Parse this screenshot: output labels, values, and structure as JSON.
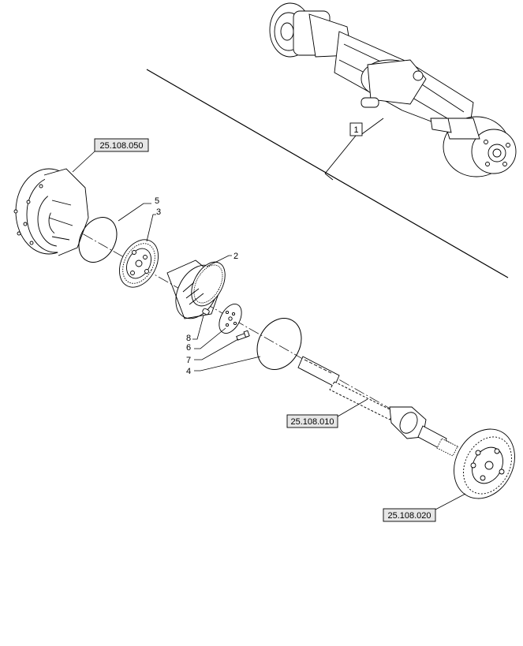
{
  "references": {
    "housing": "25.108.050",
    "shaft": "25.108.010",
    "hub": "25.108.020"
  },
  "callouts": {
    "axle": "1",
    "ring_gear": "2",
    "carrier_plate": "3",
    "o_ring_large": "4",
    "o_ring_small": "5",
    "retainer_plate": "6",
    "screw": "7",
    "pin": "8"
  }
}
